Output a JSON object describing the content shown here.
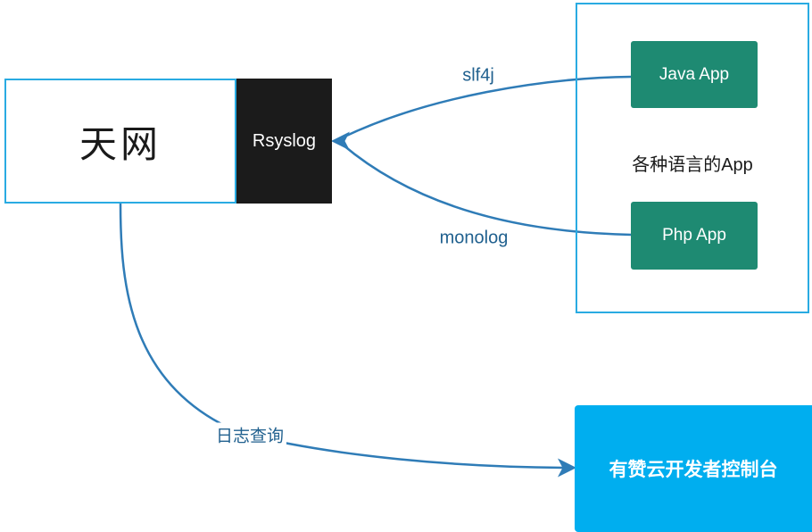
{
  "colors": {
    "accent_cyan": "#29ABE2",
    "console_fill": "#00AEEF",
    "teal_fill": "#1E8A72",
    "dark_fill": "#1B1B1B",
    "arrow_stroke": "#2F7CB7",
    "edge_label_color": "#21618F",
    "text_dark": "#1A1A1A",
    "node_text_light": "#FFFFFF"
  },
  "nodes": {
    "skynet": {
      "label": "天网"
    },
    "rsyslog": {
      "label": "Rsyslog"
    },
    "apps_group": {
      "caption": "各种语言的App",
      "java_app": {
        "label": "Java App"
      },
      "php_app": {
        "label": "Php App"
      }
    },
    "console": {
      "label": "有赞云开发者控制台"
    }
  },
  "edges": {
    "slf4j": {
      "label": "slf4j",
      "from": "Java App",
      "to": "Rsyslog"
    },
    "monolog": {
      "label": "monolog",
      "from": "Php App",
      "to": "Rsyslog"
    },
    "log_query": {
      "label": "日志查询",
      "from": "天网",
      "to": "有赞云开发者控制台"
    }
  }
}
